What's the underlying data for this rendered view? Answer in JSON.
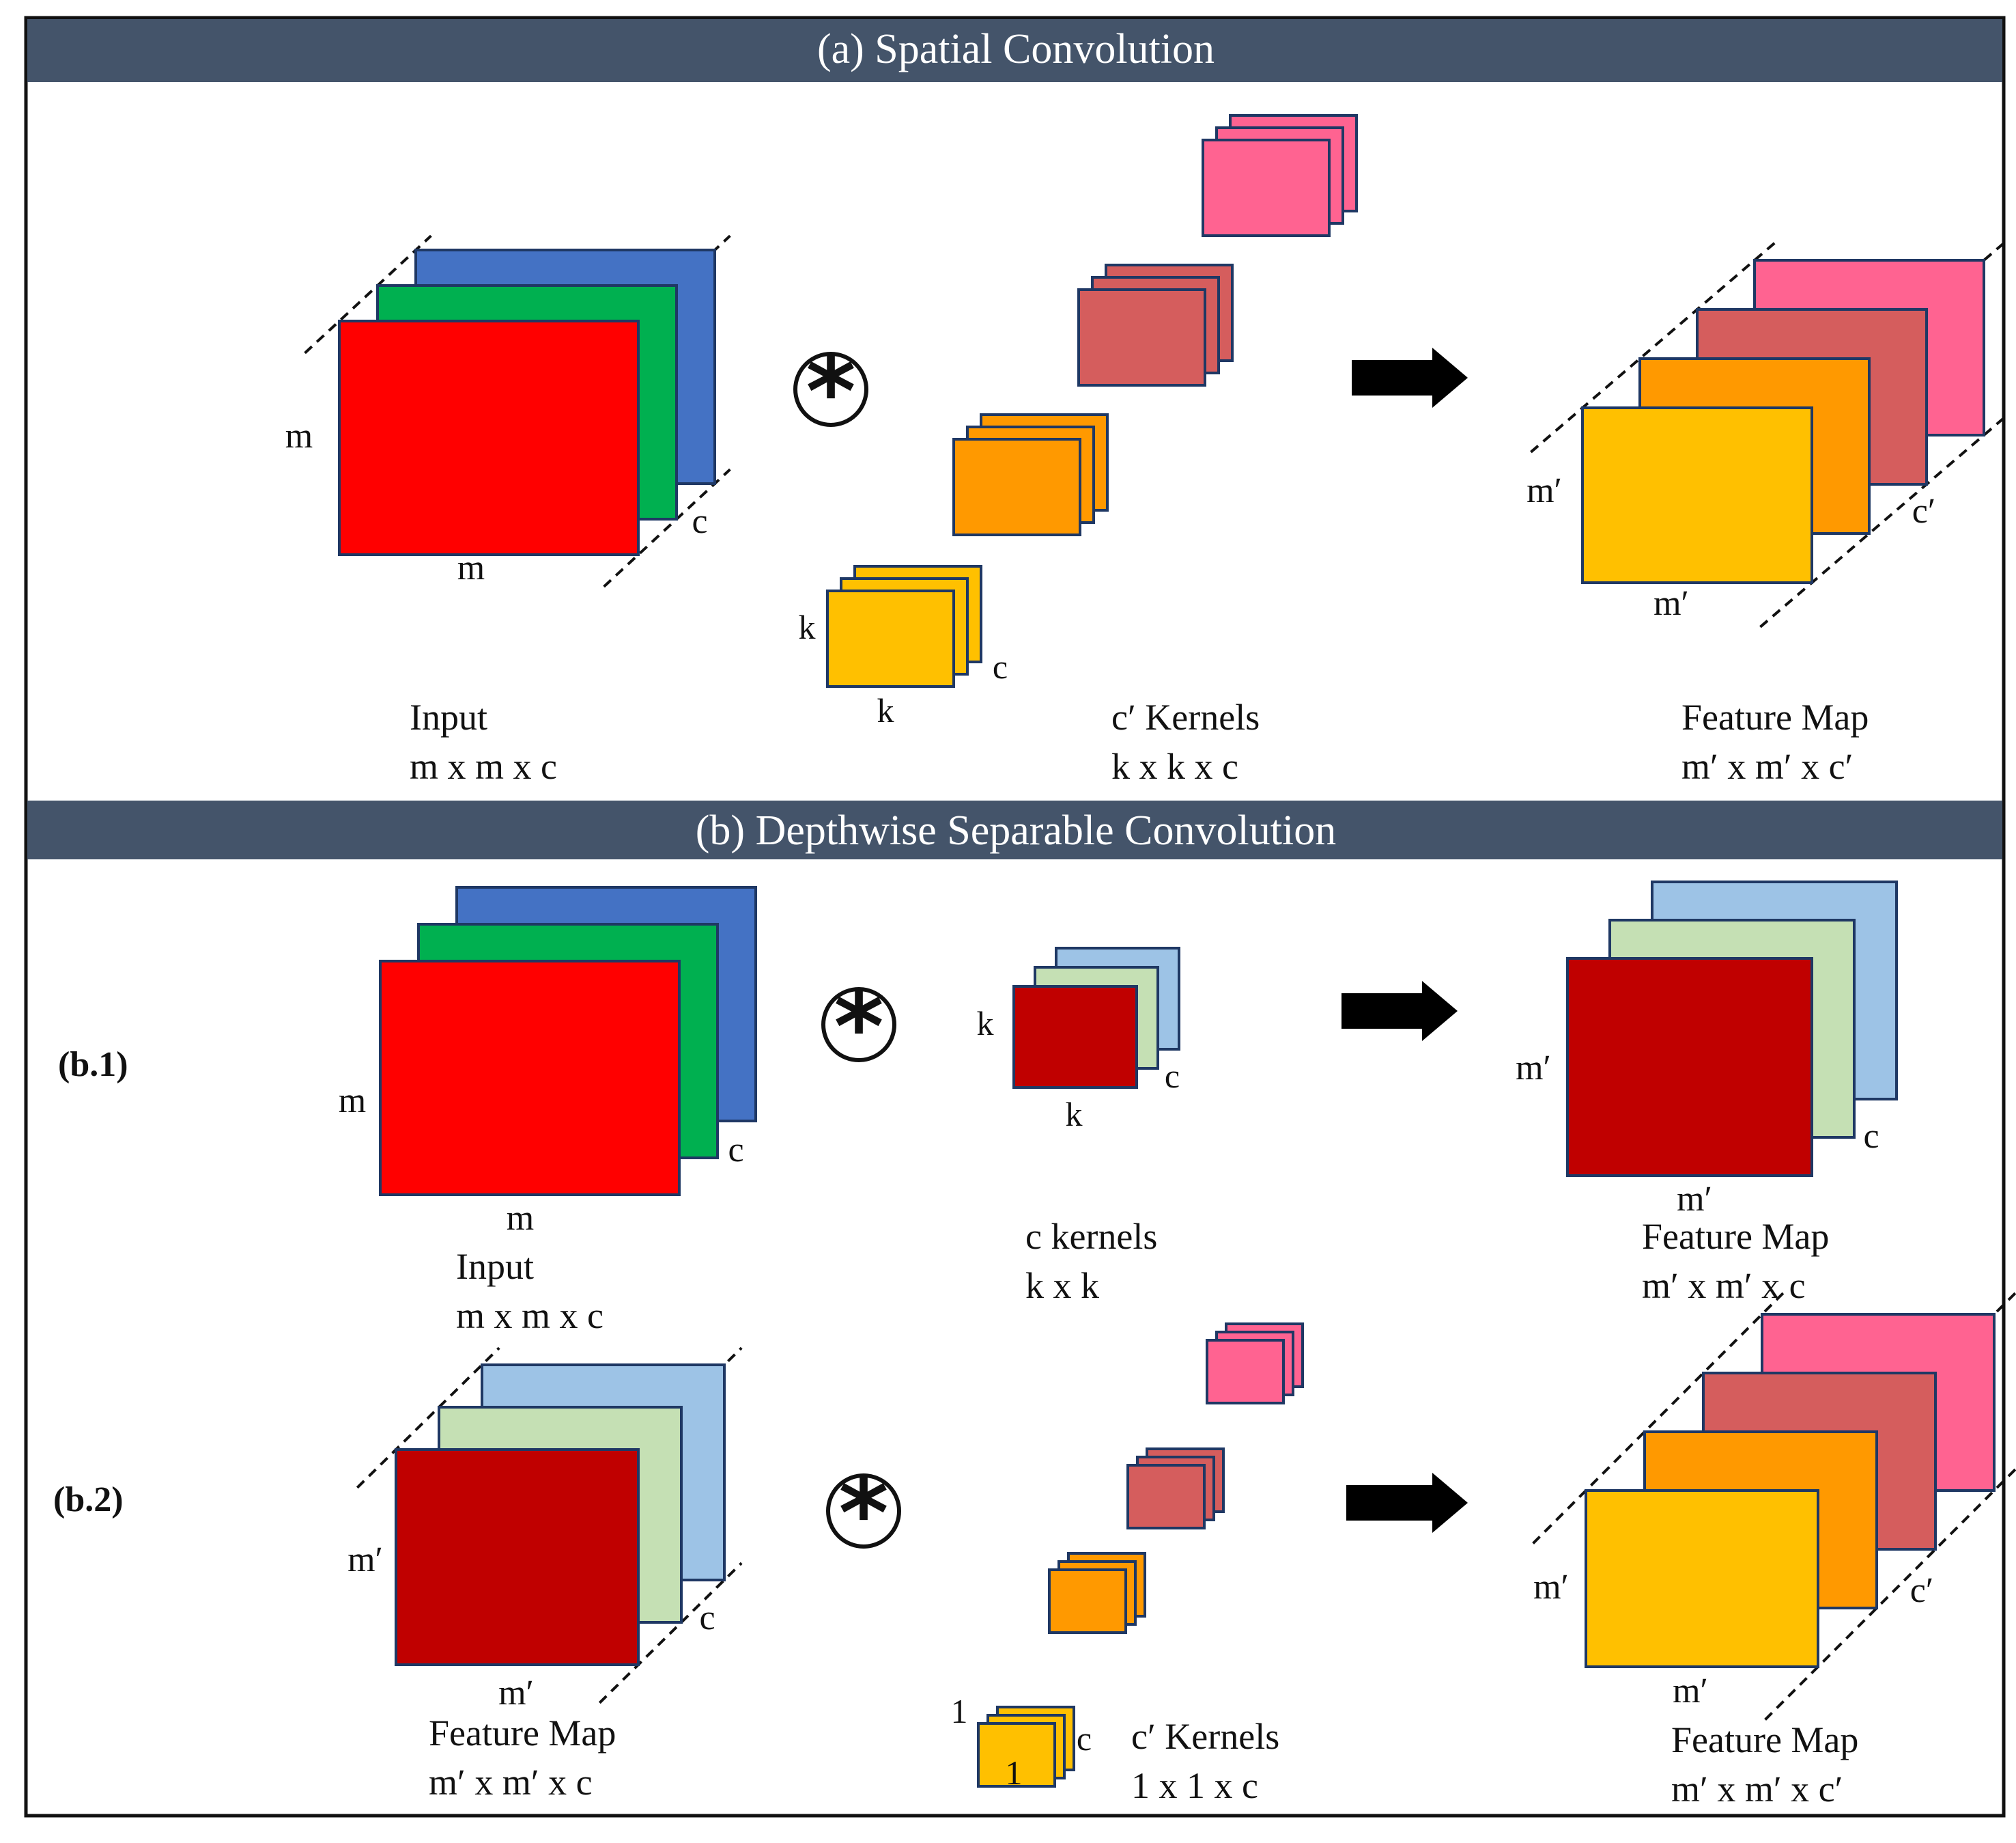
{
  "colors": {
    "header_bg": "#44546a",
    "red": "#ff0000",
    "green": "#00b050",
    "blue": "#4472c4",
    "light_blue": "#9dc3e6",
    "light_green": "#c5e0b4",
    "dark_red": "#c00000",
    "pink": "#ff6391",
    "salmon": "#d55d5d",
    "orange": "#ff9900",
    "gold": "#ffc000",
    "outline": "#1f3864"
  },
  "section_a": {
    "title": "(a) Spatial Convolution",
    "operator": "convolution-asterisk-icon",
    "arrow": "right-arrow-icon",
    "input": {
      "dim_left": "m",
      "dim_bottom": "m",
      "dim_depth": "c",
      "name": "Input",
      "shape": "m x m x c",
      "layers": [
        "blue",
        "green",
        "red"
      ]
    },
    "kernels": {
      "dim_left": "k",
      "dim_bottom": "k",
      "dim_depth": "c",
      "name": "c′ Kernels",
      "shape": "k x k x c",
      "kernel_colors": [
        "gold",
        "orange",
        "salmon",
        "pink"
      ]
    },
    "output": {
      "dim_left": "m′",
      "dim_bottom": "m′",
      "dim_depth": "c′",
      "name": "Feature Map",
      "shape": "m′ x m′ x c′",
      "layers": [
        "pink",
        "salmon",
        "orange",
        "gold"
      ]
    }
  },
  "section_b": {
    "title": "(b) Depthwise Separable Convolution",
    "step1": {
      "label": "(b.1)",
      "input": {
        "dim_left": "m",
        "dim_bottom": "m",
        "dim_depth": "c",
        "name": "Input",
        "shape": "m x m x c",
        "layers": [
          "blue",
          "green",
          "red"
        ]
      },
      "kernels": {
        "dim_left": "k",
        "dim_bottom": "k",
        "dim_depth": "c",
        "name": "c kernels",
        "shape": "k x k",
        "layers": [
          "light_blue",
          "light_green",
          "dark_red"
        ]
      },
      "output": {
        "dim_left": "m′",
        "dim_bottom": "m′",
        "dim_depth": "c",
        "name": "Feature Map",
        "shape": "m′ x m′ x c",
        "layers": [
          "light_blue",
          "light_green",
          "dark_red"
        ]
      }
    },
    "step2": {
      "label": "(b.2)",
      "input": {
        "dim_left": "m′",
        "dim_bottom": "m′",
        "dim_depth": "c",
        "name": "Feature Map",
        "shape": "m′ x m′ x c",
        "layers": [
          "light_blue",
          "light_green",
          "dark_red"
        ]
      },
      "kernels": {
        "dim_left": "1",
        "dim_bottom": "1",
        "dim_depth": "c",
        "name": "c′ Kernels",
        "shape": "1 x 1 x c",
        "kernel_colors": [
          "gold",
          "orange",
          "salmon",
          "pink"
        ]
      },
      "output": {
        "dim_left": "m′",
        "dim_bottom": "m′",
        "dim_depth": "c′",
        "name": "Feature Map",
        "shape": "m′ x m′ x c′",
        "layers": [
          "pink",
          "salmon",
          "orange",
          "gold"
        ]
      }
    }
  }
}
